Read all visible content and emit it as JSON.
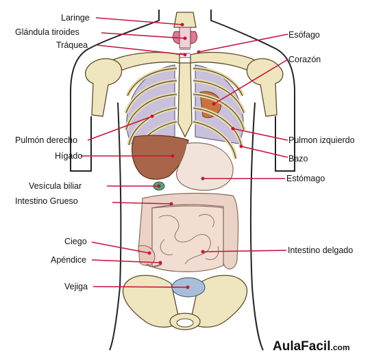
{
  "labels": {
    "laringe": "Laringe",
    "glandula_tiroides": "Glándula tiroides",
    "traquea": "Tráquea",
    "esofago": "Esófago",
    "corazon": "Corazón",
    "pulmon_derecho": "Pulmón derecho",
    "pulmon_izquierdo": "Pulmon izquierdo",
    "higado": "Hígado",
    "bazo": "Bazo",
    "vesicula_biliar": "Vesícula biliar",
    "estomago": "Estómago",
    "intestino_grueso": "Intestino Grueso",
    "ciego": "Ciego",
    "apendice": "Apéndice",
    "intestino_delgado": "Intestino delgado",
    "vejiga": "Vejiga"
  },
  "watermark": {
    "brand": "AulaFacil",
    "suffix": ".com"
  },
  "colors": {
    "leader": "#c4143c",
    "bone": "#efe6bf",
    "lung": "#c9c0dc",
    "liver": "#a9654a",
    "stomach": "#f1e3da",
    "intestine": "#f2ddd3",
    "bladder": "#a9bfd9",
    "heart": "#c9743f"
  }
}
